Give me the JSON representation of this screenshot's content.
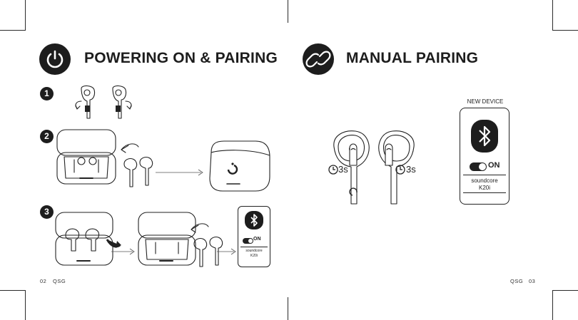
{
  "left_page": {
    "title": "POWERING ON & PAIRING",
    "steps": [
      "1",
      "2",
      "3"
    ],
    "footer_page": "02",
    "footer_label": "QSG",
    "phone": {
      "switch_label": "ON",
      "device_name_line1": "soundcore",
      "device_name_line2": "K20i"
    }
  },
  "right_page": {
    "title": "MANUAL PAIRING",
    "hold_time_left": "3s",
    "hold_time_right": "3s",
    "new_device_label": "NEW DEVICE",
    "phone": {
      "switch_label": "ON",
      "device_name_line1": "soundcore",
      "device_name_line2": "K20i"
    },
    "footer_label": "QSG",
    "footer_page": "03"
  },
  "icons": [
    "power-icon",
    "link-icon",
    "bluetooth-icon",
    "timer-icon",
    "toggle-icon"
  ],
  "colors": {
    "ink": "#1d1d1d",
    "paper": "#ffffff"
  }
}
